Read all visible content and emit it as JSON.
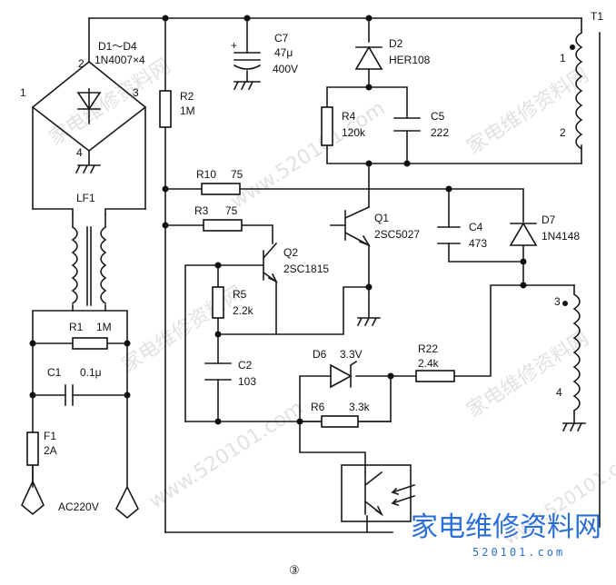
{
  "figure_number": "③",
  "components": {
    "bridge": {
      "ref": "D1～D4",
      "part": "1N4007×4",
      "pins": [
        "1",
        "2",
        "3",
        "4"
      ]
    },
    "lf1": {
      "ref": "LF1"
    },
    "r1": {
      "ref": "R1",
      "value": "1M"
    },
    "c1": {
      "ref": "C1",
      "value": "0.1μ"
    },
    "f1": {
      "ref": "F1",
      "value": "2A"
    },
    "mains": {
      "label": "AC220V"
    },
    "r2": {
      "ref": "R2",
      "value": "1M"
    },
    "c7": {
      "ref": "C7",
      "value": "47μ",
      "voltage": "400V",
      "polarity": "+"
    },
    "d2": {
      "ref": "D2",
      "part": "HER108"
    },
    "r4": {
      "ref": "R4",
      "value": "120k"
    },
    "c5": {
      "ref": "C5",
      "value": "222"
    },
    "t1": {
      "ref": "T1",
      "pins": [
        "1",
        "2",
        "3",
        "4"
      ]
    },
    "r10": {
      "ref": "R10",
      "value": "75"
    },
    "r3": {
      "ref": "R3",
      "value": "75"
    },
    "q1": {
      "ref": "Q1",
      "part": "2SC5027"
    },
    "q2": {
      "ref": "Q2",
      "part": "2SC1815"
    },
    "c4": {
      "ref": "C4",
      "value": "473"
    },
    "d7": {
      "ref": "D7",
      "part": "1N4148"
    },
    "r5": {
      "ref": "R5",
      "value": "2.2k"
    },
    "c2": {
      "ref": "C2",
      "value": "103"
    },
    "d6": {
      "ref": "D6",
      "value": "3.3V"
    },
    "r22": {
      "ref": "R22",
      "value": "2.4k"
    },
    "r6": {
      "ref": "R6",
      "value": "3.3k"
    }
  },
  "watermark": {
    "text": "家电维修资料网",
    "url": "www.520101.com",
    "logo_text": "家电维修资料网",
    "logo_sub": "520101.com",
    "color": "#2a6fd6"
  }
}
